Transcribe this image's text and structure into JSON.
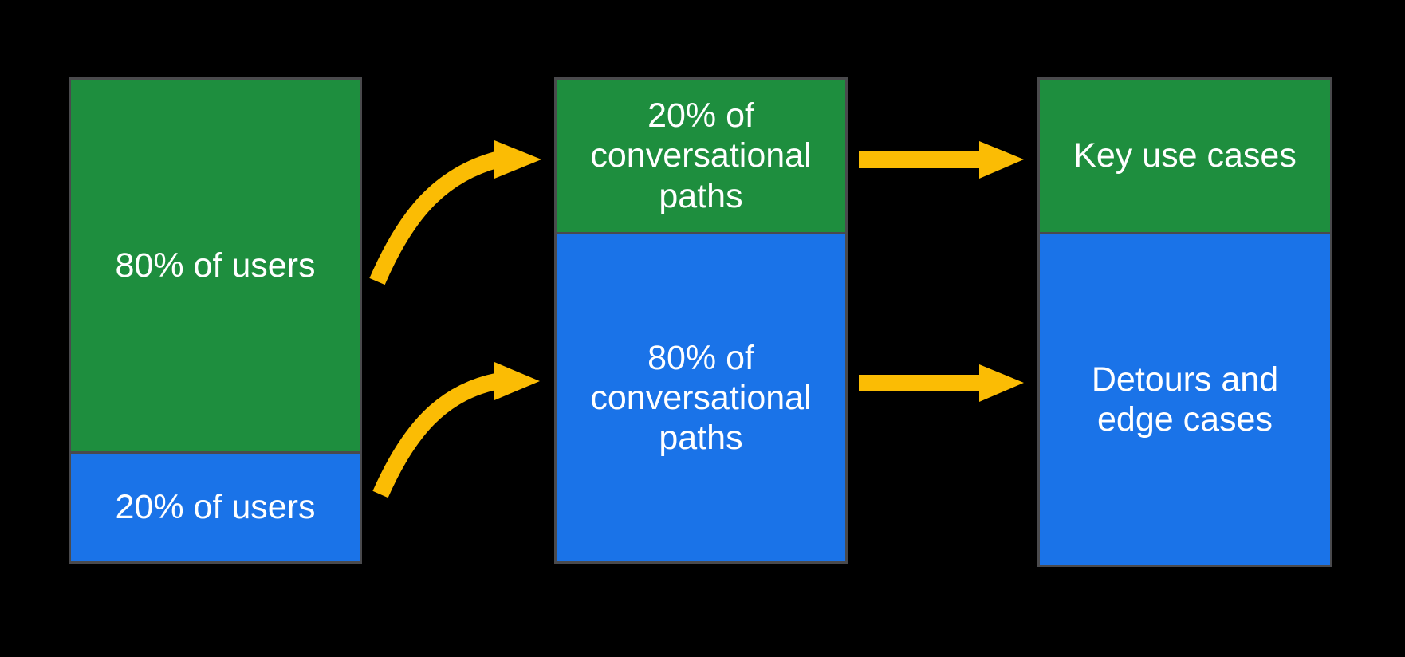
{
  "colors": {
    "green": "#1e8e3e",
    "blue": "#1a73e8",
    "arrow_yellow": "#fbbc04",
    "bar_border": "#4a4a4d",
    "label_text": "#ffffff",
    "background": "#000000"
  },
  "bars": [
    {
      "name": "users",
      "segments": [
        {
          "label": "80% of users",
          "percent": 80,
          "color": "green"
        },
        {
          "label": "20% of users",
          "percent": 20,
          "color": "blue"
        }
      ]
    },
    {
      "name": "conversational-paths",
      "segments": [
        {
          "label": "20% of\nconversational\npaths",
          "percent": 20,
          "color": "green"
        },
        {
          "label": "80% of\nconversational\npaths",
          "percent": 80,
          "color": "blue"
        }
      ]
    },
    {
      "name": "use-cases",
      "segments": [
        {
          "label": "Key use cases",
          "color": "green"
        },
        {
          "label": "Detours and\nedge cases",
          "color": "blue"
        }
      ]
    }
  ],
  "arrows": [
    {
      "name": "curved-arrow-top",
      "from": "80% of users",
      "to": "20% of conversational paths"
    },
    {
      "name": "curved-arrow-bottom",
      "from": "20% of users",
      "to": "80% of conversational paths"
    },
    {
      "name": "straight-arrow-top",
      "from": "20% of conversational paths",
      "to": "Key use cases"
    },
    {
      "name": "straight-arrow-bottom",
      "from": "80% of conversational paths",
      "to": "Detours and edge cases"
    }
  ]
}
